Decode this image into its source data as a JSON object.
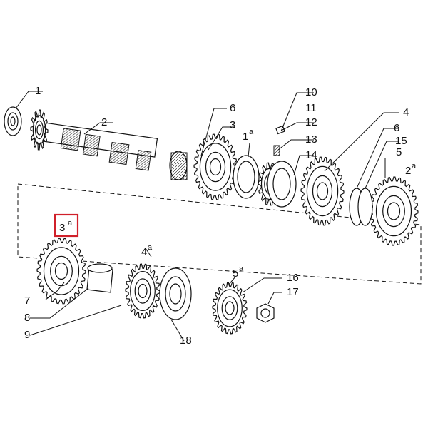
{
  "diagram": {
    "callouts": [
      {
        "id": "c1",
        "text": "1"
      },
      {
        "id": "c2",
        "text": "2"
      },
      {
        "id": "c3",
        "text": "3"
      },
      {
        "id": "c4",
        "text": "4"
      },
      {
        "id": "c5",
        "text": "5"
      },
      {
        "id": "c6a",
        "text": "6"
      },
      {
        "id": "c6b",
        "text": "6"
      },
      {
        "id": "c7",
        "text": "7"
      },
      {
        "id": "c8",
        "text": "8"
      },
      {
        "id": "c9",
        "text": "9"
      },
      {
        "id": "c10",
        "text": "10"
      },
      {
        "id": "c11",
        "text": "11"
      },
      {
        "id": "c12",
        "text": "12"
      },
      {
        "id": "c13",
        "text": "13"
      },
      {
        "id": "c14",
        "text": "14"
      },
      {
        "id": "c15",
        "text": "15"
      },
      {
        "id": "c16",
        "text": "16"
      },
      {
        "id": "c17",
        "text": "17"
      },
      {
        "id": "c18",
        "text": "18"
      }
    ],
    "gear_labels": [
      {
        "id": "g1",
        "num": "1",
        "sup": "a"
      },
      {
        "id": "g2",
        "num": "2",
        "sup": "a"
      },
      {
        "id": "g3",
        "num": "3",
        "sup": "a",
        "highlighted": true
      },
      {
        "id": "g4",
        "num": "4",
        "sup": "a"
      },
      {
        "id": "g5",
        "num": "5",
        "sup": "a"
      }
    ],
    "highlight_color": "#d0202a",
    "line_color": "#111111"
  }
}
